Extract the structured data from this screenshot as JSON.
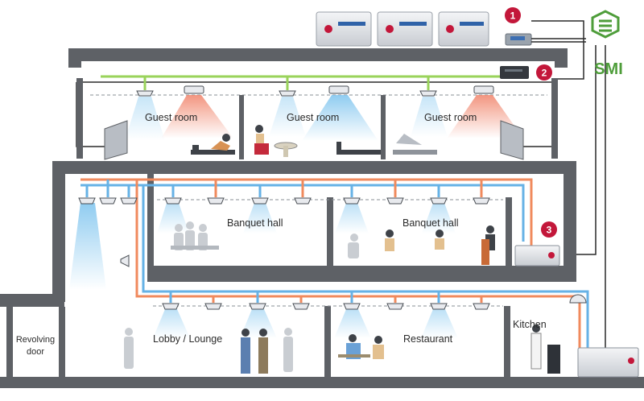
{
  "labels": {
    "guest_room_1": "Guest room",
    "guest_room_2": "Guest room",
    "guest_room_3": "Guest room",
    "banquet_hall_1": "Banquet hall",
    "banquet_hall_2": "Banquet hall",
    "lobby": "Lobby / Lounge",
    "restaurant": "Restaurant",
    "kitchen": "Kitchen",
    "revolving_door_line1": "Revolving",
    "revolving_door_line2": "door"
  },
  "markers": [
    "1",
    "2",
    "3"
  ],
  "logo": {
    "text": "SMI"
  },
  "colors": {
    "structure": "#5e6166",
    "pipe_blue": "#66b2e6",
    "pipe_orange": "#f08a5d",
    "pipe_green": "#9ad35b",
    "control_line": "#2a2a2a",
    "marker": "#c3173a",
    "logo_green": "#4e9d3a"
  }
}
